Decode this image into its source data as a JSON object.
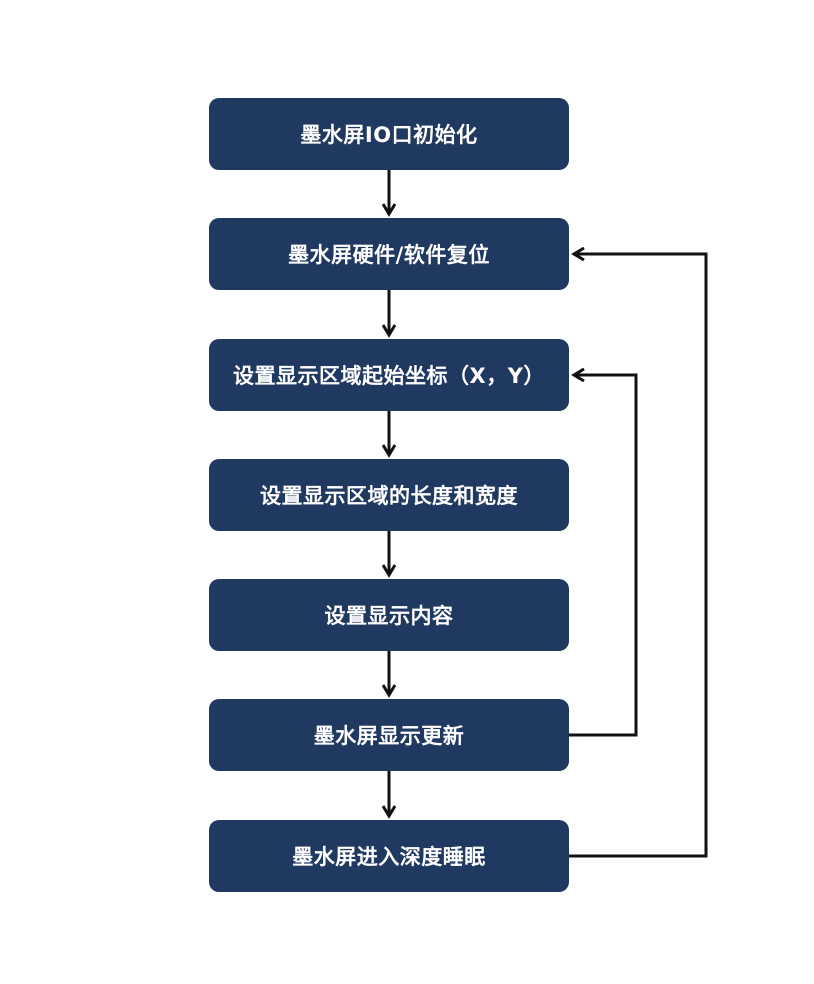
{
  "flowchart": {
    "steps": [
      {
        "label": "墨水屏IO口初始化"
      },
      {
        "label": "墨水屏硬件/软件复位"
      },
      {
        "label": "设置显示区域起始坐标（X，Y）"
      },
      {
        "label": "设置显示区域的长度和宽度"
      },
      {
        "label": "设置显示内容"
      },
      {
        "label": "墨水屏显示更新"
      },
      {
        "label": "墨水屏进入深度睡眠"
      }
    ],
    "loops": [
      {
        "from": "墨水屏显示更新",
        "to": "设置显示区域起始坐标（X，Y）"
      },
      {
        "from": "墨水屏进入深度睡眠",
        "to": "墨水屏硬件/软件复位"
      }
    ]
  },
  "colors": {
    "node_fill": "#203961",
    "node_text": "#ffffff",
    "connector": "#111111"
  }
}
